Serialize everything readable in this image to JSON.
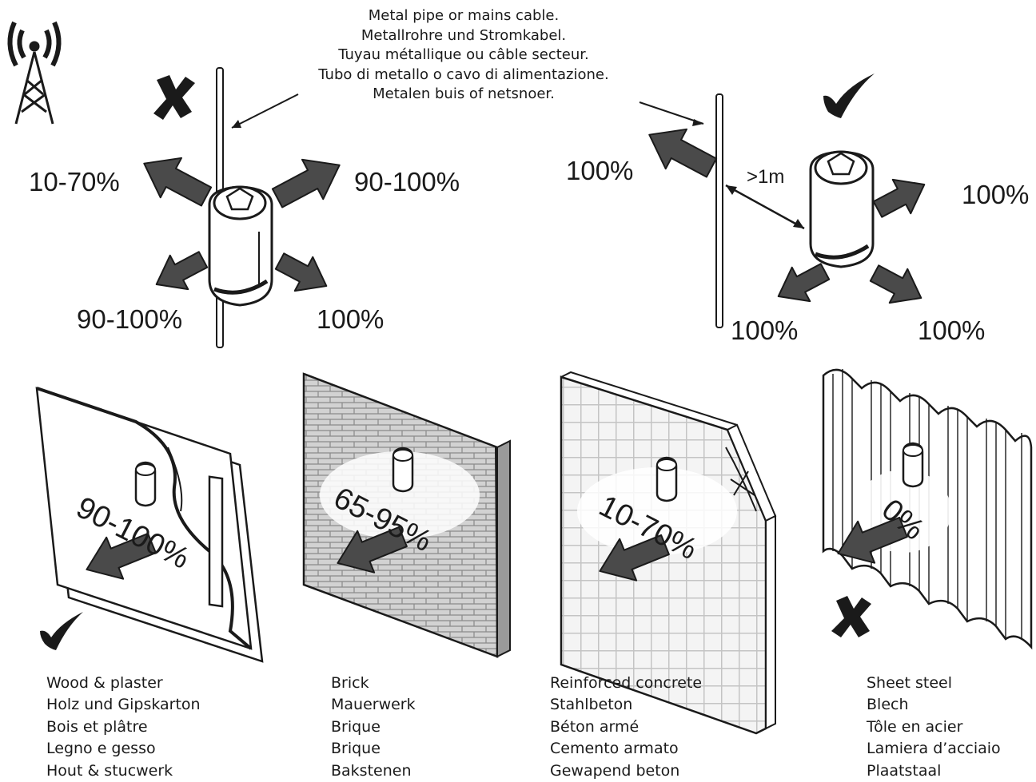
{
  "pipe_note": [
    "Metal pipe or mains cable.",
    "Metallrohre und Stromkabel.",
    "Tuyau métallique ou câble secteur.",
    "Tubo di metallo o cavo di alimentazione.",
    "Metalen buis of netsnoer."
  ],
  "left_setup": {
    "verdict_icon": "cross-icon",
    "readings": {
      "upper_left": "10-70%",
      "upper_right": "90-100%",
      "lower_left": "90-100%",
      "lower_right": "100%"
    }
  },
  "right_setup": {
    "verdict_icon": "check-icon",
    "distance": ">1m",
    "readings": {
      "upper_left": "100%",
      "upper_right": "100%",
      "lower_left": "100%",
      "lower_right": "100%"
    }
  },
  "walls": [
    {
      "id": "wood",
      "percent": "90-100%",
      "verdict_icon": "check-icon",
      "labels": [
        "Wood & plaster",
        "Holz und Gipskarton",
        "Bois et plâtre",
        "Legno e gesso",
        "Hout & stucwerk"
      ]
    },
    {
      "id": "brick",
      "percent": "65-95%",
      "labels": [
        "Brick",
        "Mauerwerk",
        "Brique",
        "Brique",
        "Bakstenen"
      ]
    },
    {
      "id": "concrete",
      "percent": "10-70%",
      "labels": [
        "Reinforced concrete",
        "Stahlbeton",
        "Béton armé",
        "Cemento armato",
        "Gewapend beton"
      ]
    },
    {
      "id": "steel",
      "percent": "0%",
      "verdict_icon": "cross-icon",
      "labels": [
        "Sheet steel",
        "Blech",
        "Tôle en acier",
        "Lamiera d’acciaio",
        "Plaatstaal"
      ]
    }
  ],
  "colors": {
    "ink": "#1a1a1a",
    "arrow": "#4a4a4a",
    "brick": "#cfcfcf",
    "mesh": "#e3e3e3"
  }
}
